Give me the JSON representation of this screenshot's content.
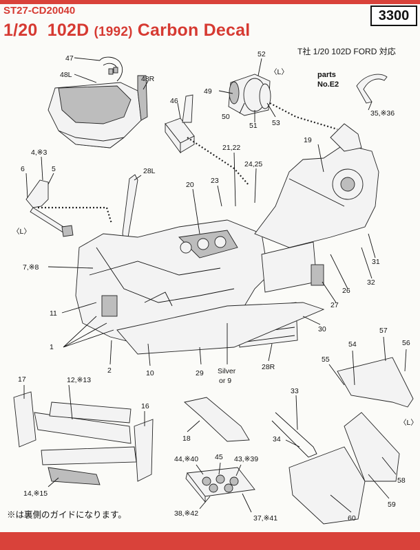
{
  "header": {
    "code": "ST27-CD20040",
    "title_scale": "1/20",
    "title_model": "102D",
    "title_year": "(1992)",
    "title_rest": "Carbon Decal",
    "price": "3300"
  },
  "compat_note": "T社 1/20 102D FORD 対応",
  "parts_ref": {
    "line1": "parts",
    "line2": "No.E2"
  },
  "footnote": "※は裏側のガイドになります。",
  "colors": {
    "accent": "#d9423a",
    "text": "#111111"
  },
  "labels": {
    "l47": "47",
    "l48l": "48L",
    "l48r": "48R",
    "l46": "46",
    "l52": "52",
    "l49": "49",
    "lL1": "〈L〉",
    "l50": "50",
    "l51": "51",
    "l53": "53",
    "l35": "35,※36",
    "l4": "4,※3",
    "l6": "6",
    "l5": "5",
    "lL2": "〈L〉",
    "l28l": "28L",
    "l2122": "21,22",
    "l2425": "24,25",
    "l19": "19",
    "l20": "20",
    "l23": "23",
    "l7": "7,※8",
    "l11": "11",
    "l1": "1",
    "l2": "2",
    "l10": "10",
    "l29": "29",
    "lsilver1": "Silver",
    "lsilver2": "or 9",
    "l28r": "28R",
    "l30": "30",
    "l26": "26",
    "l27": "27",
    "l31": "31",
    "l32": "32",
    "l54": "54",
    "l57": "57",
    "l56": "56",
    "l55": "55",
    "lL3": "〈L〉",
    "l17": "17",
    "l1213": "12,※13",
    "l16": "16",
    "l1415": "14,※15",
    "l18": "18",
    "l4440": "44,※40",
    "l45": "45",
    "l4339": "43,※39",
    "l3842": "38,※42",
    "l3741": "37,※41",
    "l33": "33",
    "l34": "34",
    "l58": "58",
    "l59": "59",
    "l60": "60"
  }
}
